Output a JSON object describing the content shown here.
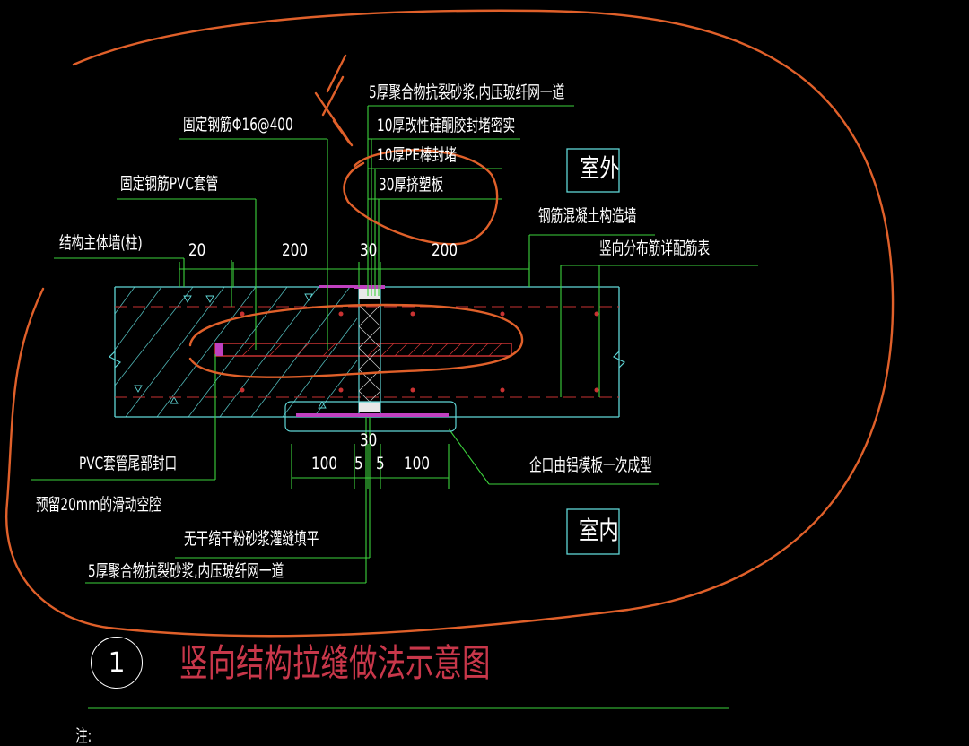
{
  "labels": {
    "mortar_top": "5厚聚合物抗裂砂浆,内压玻纤网一道",
    "sealant": "10厚改性硅酮胶封堵密实",
    "pe_rod": "10厚PE棒封堵",
    "xps_board": "30厚挤塑板",
    "fixed_rebar": "固定钢筋Φ16@400",
    "pvc_sleeve": "固定钢筋PVC套管",
    "struct_wall": "结构主体墙(柱)",
    "rc_wall": "钢筋混凝土构造墙",
    "vert_rebar": "竖向分布筋详配筋表",
    "pvc_seal": "PVC套管尾部封口",
    "slide_cavity": "预留20mm的滑动空腔",
    "aluminum_form": "企口由铝模板一次成型",
    "grout": "无干缩干粉砂浆灌缝填平",
    "mortar_bottom": "5厚聚合物抗裂砂浆,内压玻纤网一道",
    "outdoor": "室外",
    "indoor": "室内",
    "note": "注:"
  },
  "dims_top": [
    "20",
    "200",
    "30",
    "200"
  ],
  "dims_bottom": [
    "30",
    "100",
    "5",
    "5",
    "100"
  ],
  "title": {
    "number": "1",
    "text": "竖向结构拉缝做法示意图"
  },
  "colors": {
    "background": "#000000",
    "leader": "#3cd23c",
    "outline": "#5fd6d6",
    "rebar": "#c83232",
    "annotation": "#e0602a",
    "title": "#c8374a",
    "magenta": "#c040c0"
  }
}
